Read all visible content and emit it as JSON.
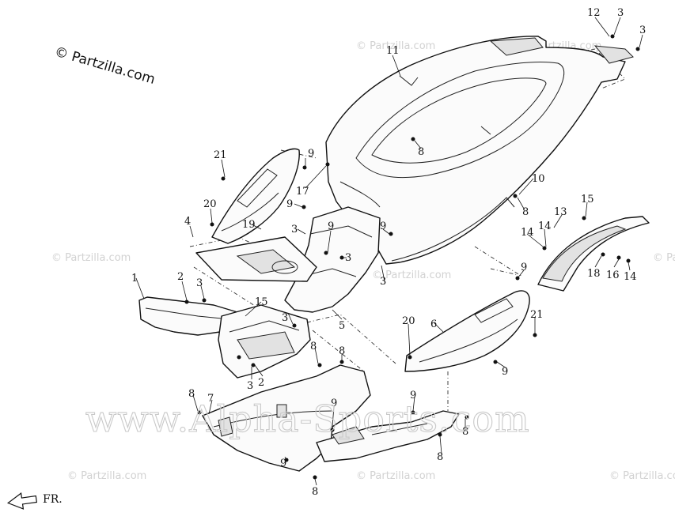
{
  "copyright": "© Partzilla.com",
  "watermark_main": "www.Alpha-Sports.com",
  "watermark_tile": "© Partzilla.com",
  "direction_label": "FR.",
  "callouts": [
    {
      "n": "12"
    },
    {
      "n": "3"
    },
    {
      "n": "3"
    },
    {
      "n": "11"
    },
    {
      "n": "8"
    },
    {
      "n": "10"
    },
    {
      "n": "21"
    },
    {
      "n": "9"
    },
    {
      "n": "17"
    },
    {
      "n": "9"
    },
    {
      "n": "20"
    },
    {
      "n": "4"
    },
    {
      "n": "19"
    },
    {
      "n": "3"
    },
    {
      "n": "9"
    },
    {
      "n": "3"
    },
    {
      "n": "9"
    },
    {
      "n": "3"
    },
    {
      "n": "8"
    },
    {
      "n": "15"
    },
    {
      "n": "13"
    },
    {
      "n": "14"
    },
    {
      "n": "14"
    },
    {
      "n": "18"
    },
    {
      "n": "16"
    },
    {
      "n": "14"
    },
    {
      "n": "1"
    },
    {
      "n": "2"
    },
    {
      "n": "3"
    },
    {
      "n": "15"
    },
    {
      "n": "3"
    },
    {
      "n": "5"
    },
    {
      "n": "9"
    },
    {
      "n": "20"
    },
    {
      "n": "6"
    },
    {
      "n": "21"
    },
    {
      "n": "8"
    },
    {
      "n": "8"
    },
    {
      "n": "3"
    },
    {
      "n": "2"
    },
    {
      "n": "9"
    },
    {
      "n": "8"
    },
    {
      "n": "7"
    },
    {
      "n": "9"
    },
    {
      "n": "9"
    },
    {
      "n": "8"
    },
    {
      "n": "9"
    },
    {
      "n": "8"
    },
    {
      "n": "8"
    }
  ]
}
